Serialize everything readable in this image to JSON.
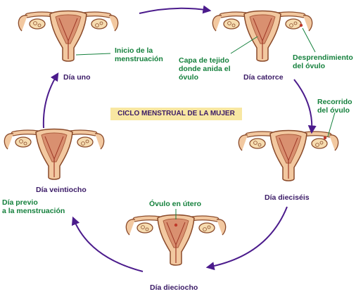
{
  "title": "CICLO MENSTRUAL DE LA MUJER",
  "stages": [
    {
      "day": "Día uno"
    },
    {
      "day": "Día catorce"
    },
    {
      "day": "Día dieciséis"
    },
    {
      "day": "Día dieciocho"
    },
    {
      "day": "Día veintiocho"
    }
  ],
  "annotations": {
    "inicio": "Inicio de la\nmenstruación",
    "capa": "Capa de tejido\ndonde anida el\nóvulo",
    "desprendimiento": "Desprendimiento\ndel óvulo",
    "recorrido": "Recorrido\ndel óvulo",
    "ovulo_utero": "Óvulo en útero",
    "dia_previo": "Día previo\na la menstruación"
  },
  "colors": {
    "arrow": "#4b1b8c",
    "day_label": "#3a1a66",
    "annotation": "#14803c",
    "title_bg": "#f8e7a2",
    "tissue": "#f2c8a0",
    "tissue_outline": "#8a4a2a",
    "lining": "#d99070"
  }
}
